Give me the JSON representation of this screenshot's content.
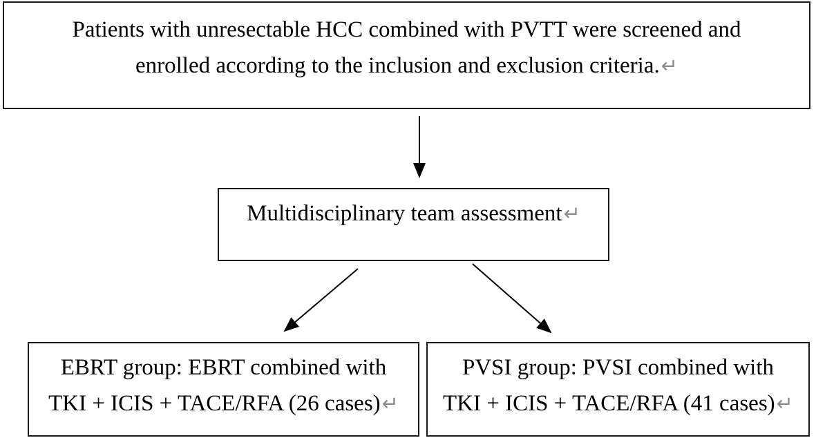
{
  "figure": {
    "top_box": {
      "line1": "Patients with unresectable HCC combined with PVTT were screened and",
      "line2": "enrolled according to the inclusion and exclusion criteria.",
      "return_mark": "↵"
    },
    "middle_box": {
      "text": "Multidisciplinary team assessment",
      "return_mark": "↵"
    },
    "ebrt_box": {
      "line1": "EBRT group: EBRT combined with",
      "line2": "TKI + ICIS + TACE/RFA (26 cases)",
      "return_mark": "↵"
    },
    "pvsi_box": {
      "line1": "PVSI group: PVSI combined with",
      "line2": "TKI + ICIS + TACE/RFA (41 cases)",
      "return_mark": "↵"
    },
    "colors": {
      "border": "#1b1b1b",
      "text": "#000000",
      "return_mark": "#8c8c8c",
      "background": "#ffffff"
    }
  }
}
